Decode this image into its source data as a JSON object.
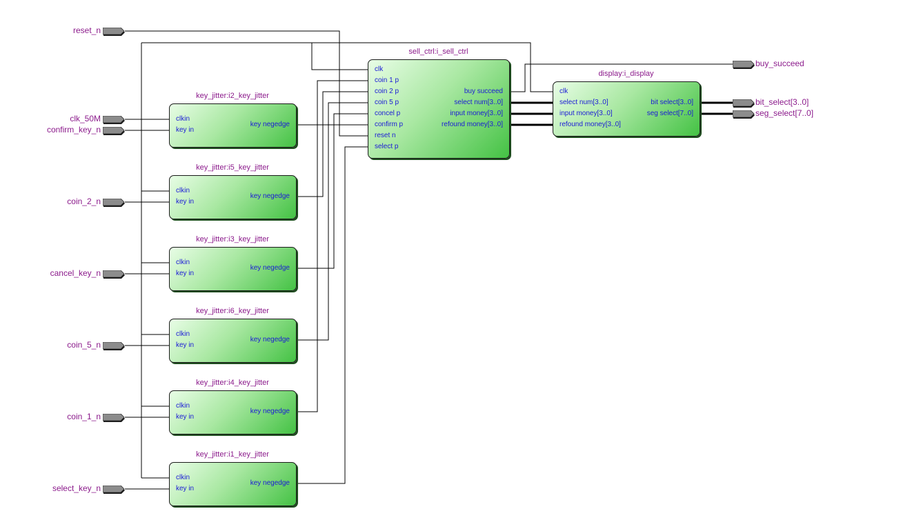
{
  "inputs": [
    {
      "name": "reset_n"
    },
    {
      "name": "clk_50M"
    },
    {
      "name": "confirm_key_n"
    },
    {
      "name": "coin_2_n"
    },
    {
      "name": "cancel_key_n"
    },
    {
      "name": "coin_5_n"
    },
    {
      "name": "coin_1_n"
    },
    {
      "name": "select_key_n"
    }
  ],
  "outputs": [
    {
      "name": "buy_succeed"
    },
    {
      "name": "bit_select[3..0]"
    },
    {
      "name": "seg_select[7..0]"
    }
  ],
  "key_jitters": [
    {
      "title": "key_jitter:i2_key_jitter",
      "in1": "clkin",
      "in2": "key in",
      "out": "key negedge"
    },
    {
      "title": "key_jitter:i5_key_jitter",
      "in1": "clkin",
      "in2": "key in",
      "out": "key negedge"
    },
    {
      "title": "key_jitter:i3_key_jitter",
      "in1": "clkin",
      "in2": "key in",
      "out": "key negedge"
    },
    {
      "title": "key_jitter:i6_key_jitter",
      "in1": "clkin",
      "in2": "key in",
      "out": "key negedge"
    },
    {
      "title": "key_jitter:i4_key_jitter",
      "in1": "clkin",
      "in2": "key in",
      "out": "key negedge"
    },
    {
      "title": "key_jitter:i1_key_jitter",
      "in1": "clkin",
      "in2": "key in",
      "out": "key negedge"
    }
  ],
  "sell_ctrl": {
    "title": "sell_ctrl:i_sell_ctrl",
    "inputs": [
      "clk",
      "coin 1 p",
      "coin 2 p",
      "coin 5 p",
      "concel p",
      "confirm p",
      "reset n",
      "select p"
    ],
    "outputs": [
      "buy succeed",
      "select num[3..0]",
      "input money[3..0]",
      "refound money[3..0]"
    ]
  },
  "display": {
    "title": "display:i_display",
    "inputs": [
      "clk",
      "select num[3..0]",
      "input money[3..0]",
      "refound money[3..0]"
    ],
    "outputs": [
      "bit select[3..0]",
      "seg select[7..0]"
    ]
  },
  "colors": {
    "wire": "#000000",
    "block_text": "#1a1ad6",
    "title_text": "#8b1a8b",
    "pin_fill": "#8c8c8c"
  }
}
